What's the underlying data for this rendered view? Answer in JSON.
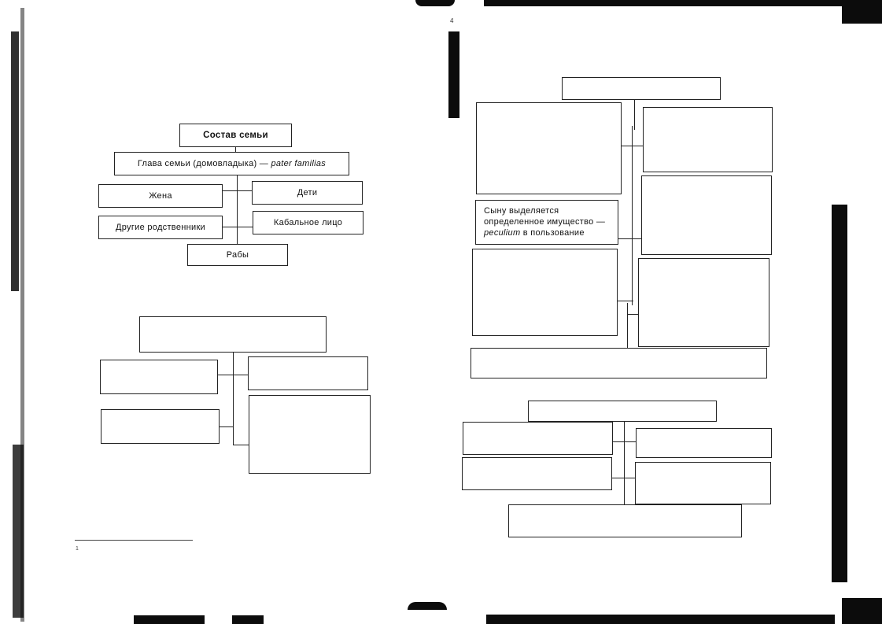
{
  "left_page": {
    "diagram1": {
      "title": "Состав семьи",
      "head_prefix": "Глава семьи (домовладыка) — ",
      "head_italic": "pater familias",
      "wife": "Жена",
      "children": "Дети",
      "other_relatives": "Другие родственники",
      "bonded_person": "Кабальное лицо",
      "slaves": "Рабы"
    },
    "footnote_mark": "1"
  },
  "right_page": {
    "page_mark": "4",
    "diagram3": {
      "peculium_line1": "Сыну выделяется",
      "peculium_line2": "определенное имущество —",
      "peculium_italic": "peculium",
      "peculium_rest": " в пользование"
    }
  }
}
